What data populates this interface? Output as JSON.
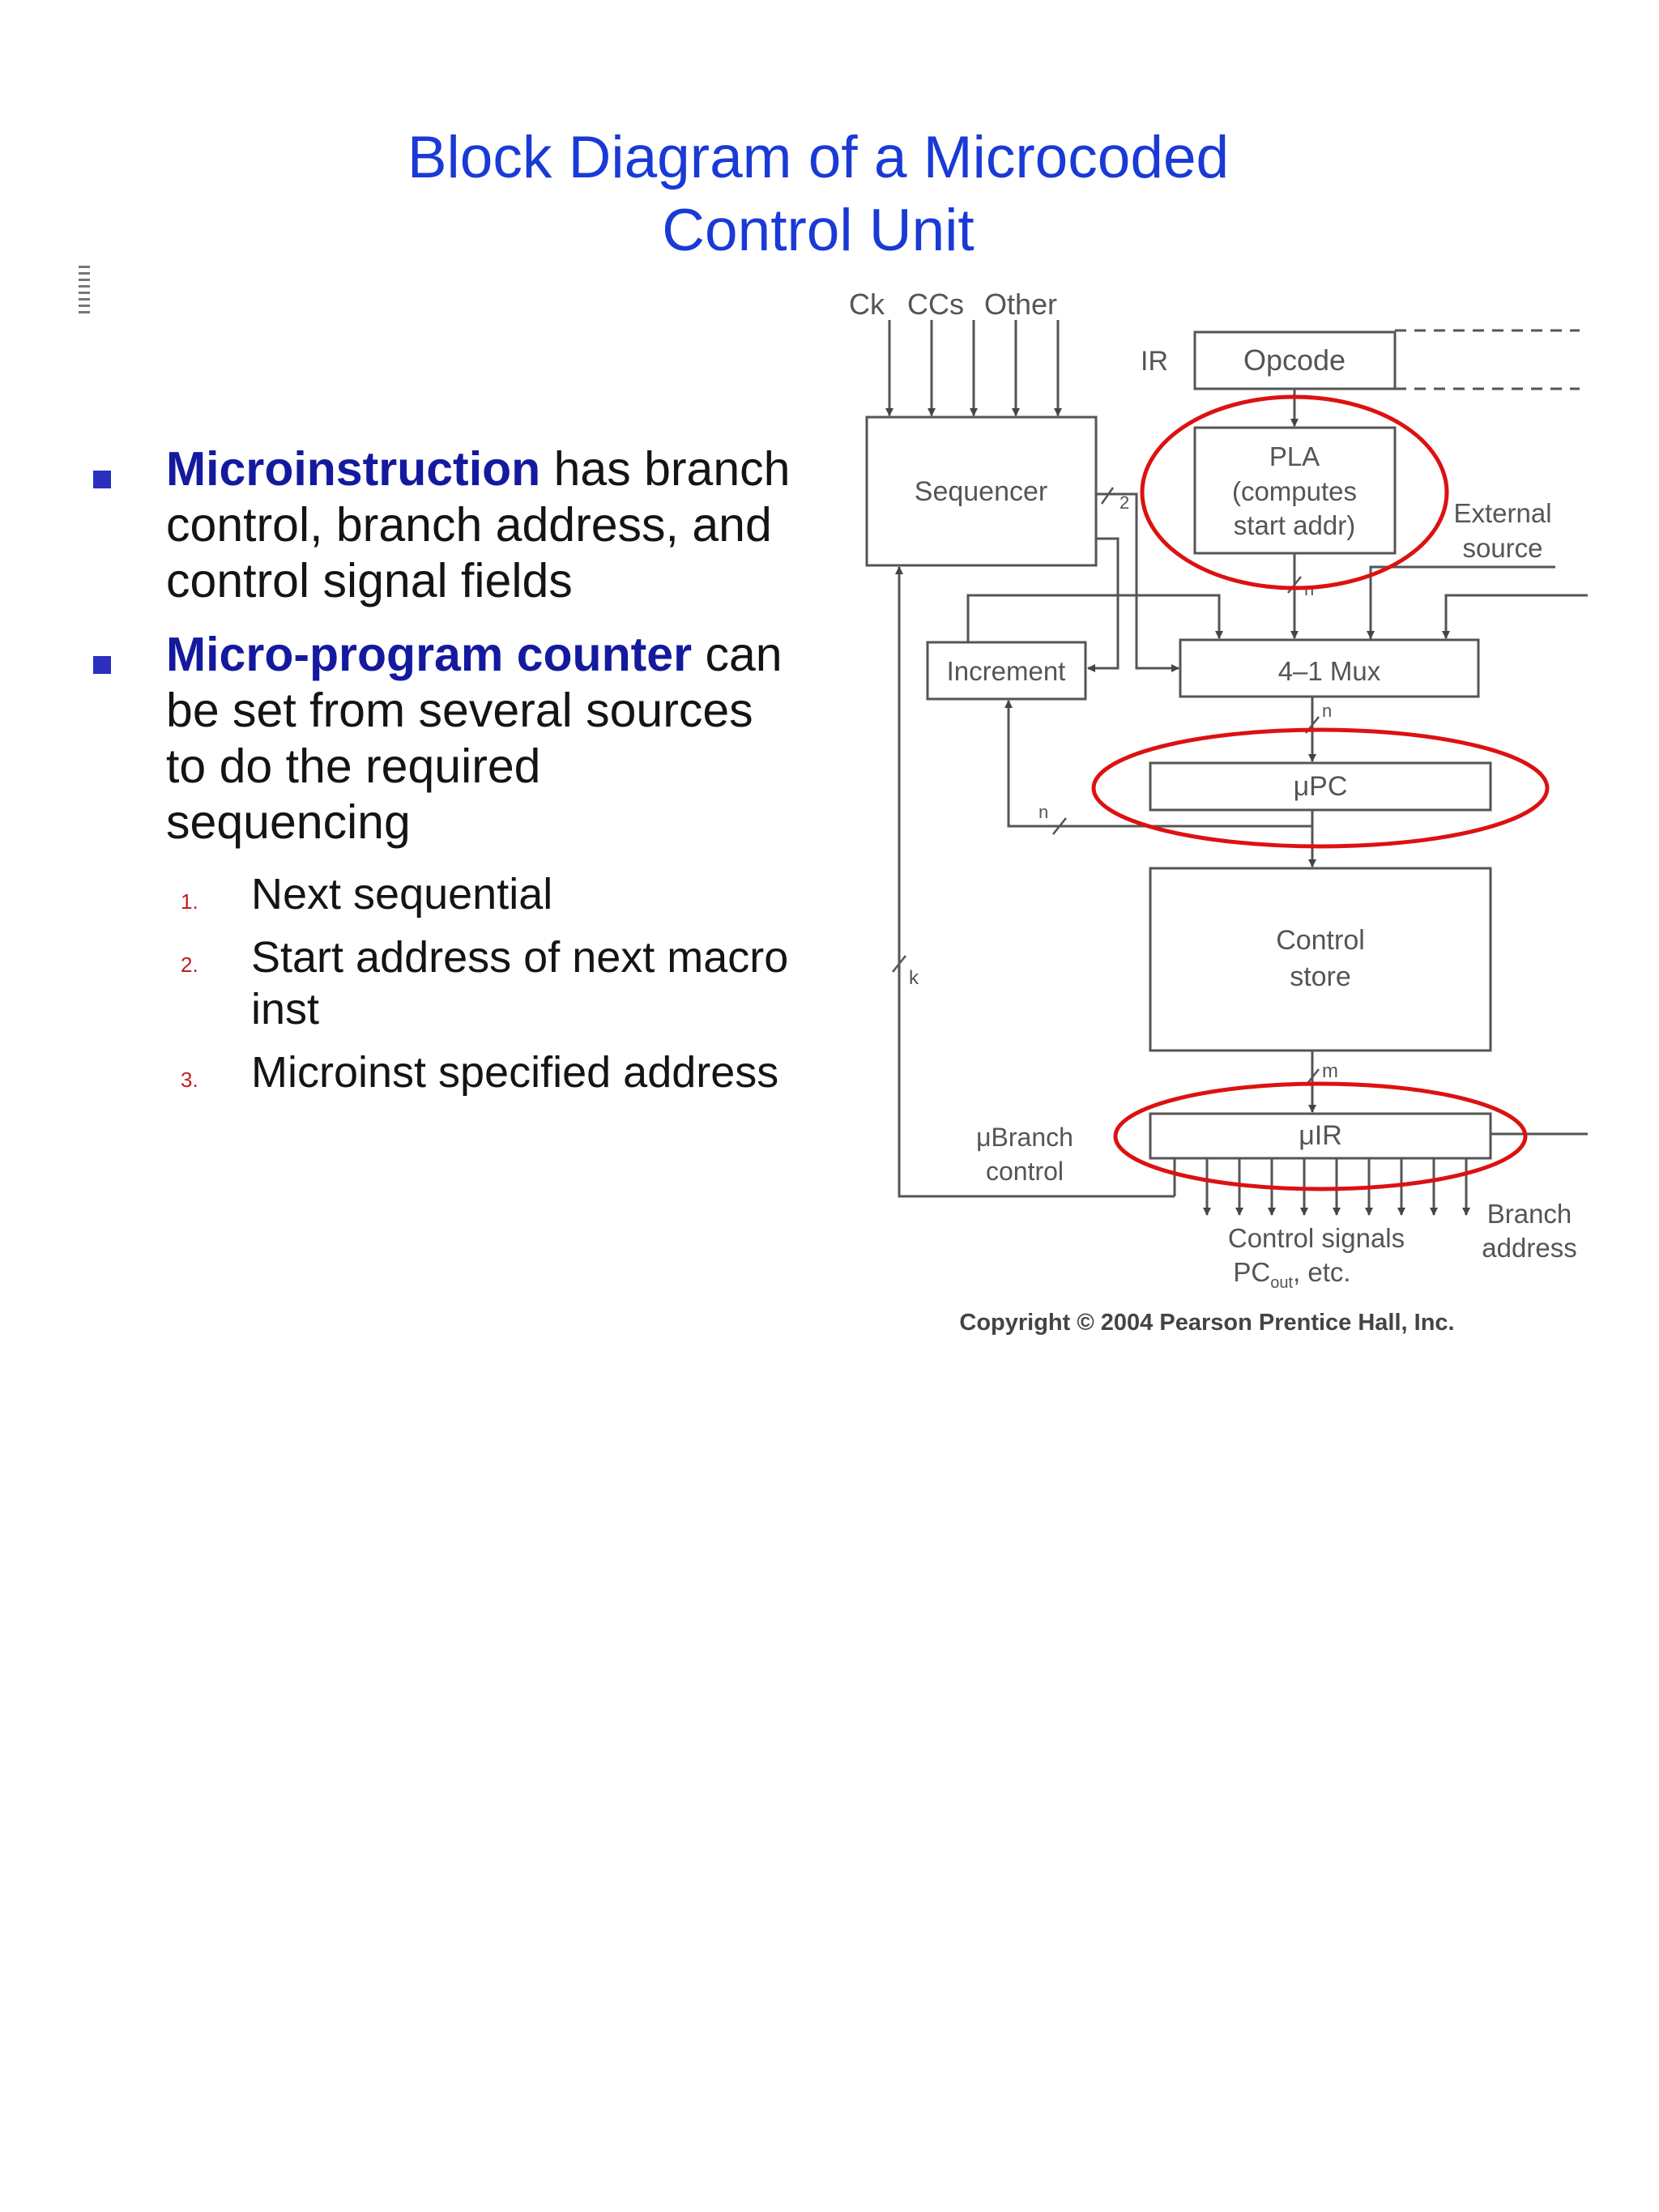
{
  "title": {
    "line1": "Block Diagram of a Microcoded",
    "line2": "Control Unit"
  },
  "bullets": [
    {
      "keyword": "Microinstruction",
      "text": " has branch control, branch address, and control signal fields"
    },
    {
      "keyword": "Micro-program counter",
      "text": " can be set from several sources to do the required sequencing"
    }
  ],
  "sub_items": [
    {
      "num": "1.",
      "text": "Next sequential"
    },
    {
      "num": "2.",
      "text": "Start address of next macro inst"
    },
    {
      "num": "3.",
      "text": "Microinst specified address"
    }
  ],
  "diagram": {
    "inputs": {
      "ck": "Ck",
      "ccs": "CCs",
      "other": "Other"
    },
    "ir": "IR",
    "opcode": "Opcode",
    "sequencer": "Sequencer",
    "pla_line1": "PLA",
    "pla_line2": "(computes",
    "pla_line3": "start addr)",
    "external_line1": "External",
    "external_line2": "source",
    "increment": "Increment",
    "mux": "4–1 Mux",
    "upc": "μPC",
    "control_store_line1": "Control",
    "control_store_line2": "store",
    "uir": "μIR",
    "ubranch_line1": "μBranch",
    "ubranch_line2": "control",
    "control_signals_line1": "Control signals",
    "control_signals_line2": "PC",
    "control_signals_sub": "out",
    "control_signals_etc": ", etc.",
    "branch_line1": "Branch",
    "branch_line2": "address",
    "width_2": "2",
    "width_n": "n",
    "width_m": "m",
    "width_k": "k",
    "copyright": "Copyright © 2004 Pearson Prentice Hall, Inc.",
    "highlight_color": "#dd1111"
  }
}
